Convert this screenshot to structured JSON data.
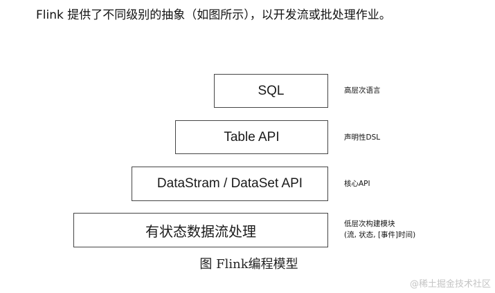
{
  "intro_text": "Flink 提供了不同级别的抽象（如图所示），以开发流或批处理作业。",
  "layers": [
    {
      "label": "SQL",
      "description": "高层次语言"
    },
    {
      "label": "Table API",
      "description": "声明性DSL"
    },
    {
      "label": "DataStram / DataSet API",
      "description": "核心API"
    },
    {
      "label": "有状态数据流处理",
      "description_line1": "低层次构建模块",
      "description_line2": "(流, 状态, [事件]时间)"
    }
  ],
  "caption": "图  Flink编程模型",
  "watermark": "@稀土掘金技术社区"
}
